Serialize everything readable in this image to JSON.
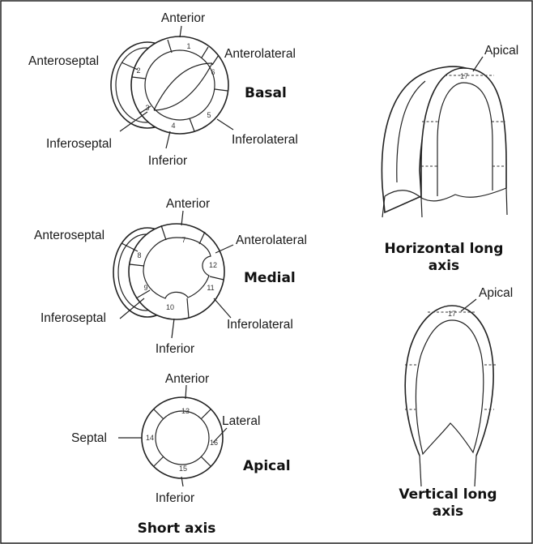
{
  "sections": {
    "basal": "Basal",
    "medial": "Medial",
    "apical": "Apical",
    "short_axis": "Short axis",
    "horizontal_long_axis_line1": "Horizontal long",
    "horizontal_long_axis_line2": "axis",
    "vertical_long_axis_line1": "Vertical long",
    "vertical_long_axis_line2": "axis"
  },
  "labels": {
    "basal": {
      "anterior": "Anterior",
      "anterolateral": "Anterolateral",
      "anteroseptal": "Anteroseptal",
      "inferoseptal": "Inferoseptal",
      "inferior": "Inferior",
      "inferolateral": "Inferolateral"
    },
    "medial": {
      "anterior": "Anterior",
      "anterolateral": "Anterolateral",
      "anteroseptal": "Anteroseptal",
      "inferoseptal": "Inferoseptal",
      "inferior": "Inferior",
      "inferolateral": "Inferolateral"
    },
    "apical": {
      "anterior": "Anterior",
      "lateral": "Lateral",
      "septal": "Septal",
      "inferior": "Inferior"
    },
    "hla_apical": "Apical",
    "vla_apical": "Apical"
  },
  "segments": {
    "s1": "1",
    "s2": "2",
    "s3": "3",
    "s4": "4",
    "s5": "5",
    "s6": "6",
    "s7": "7",
    "s8": "8",
    "s9": "9",
    "s10": "10",
    "s11": "11",
    "s12": "12",
    "s13": "13",
    "s14": "14",
    "s15": "15",
    "s16": "16",
    "s17a": "17",
    "s17b": "17"
  }
}
